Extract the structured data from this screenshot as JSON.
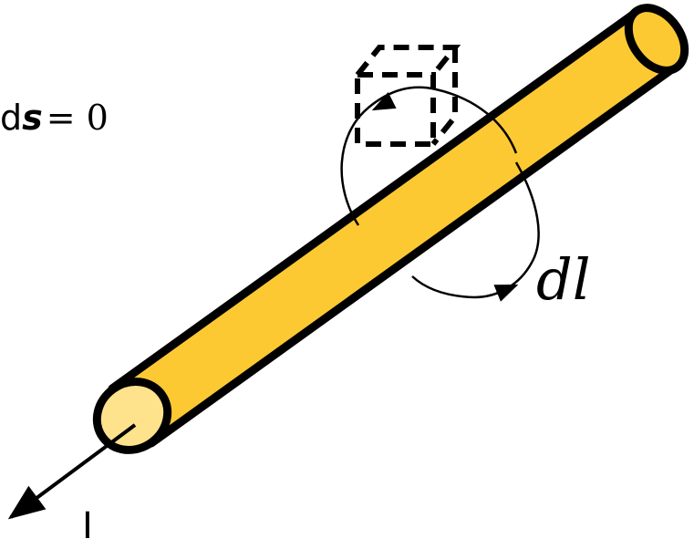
{
  "equation": {
    "lhs_prefix": "d",
    "lhs_vector": "s",
    "rhs": "= 0"
  },
  "labels": {
    "line_element": "dl",
    "current": "I"
  },
  "colors": {
    "cylinder_fill": "#FCC933",
    "end_cap_fill": "#FFE28C",
    "stroke": "#000000",
    "background": "#FFFFFF"
  },
  "icons": {
    "current_arrow": "arrow-down-left-icon",
    "loop_arrow": "arrowhead-icon"
  }
}
